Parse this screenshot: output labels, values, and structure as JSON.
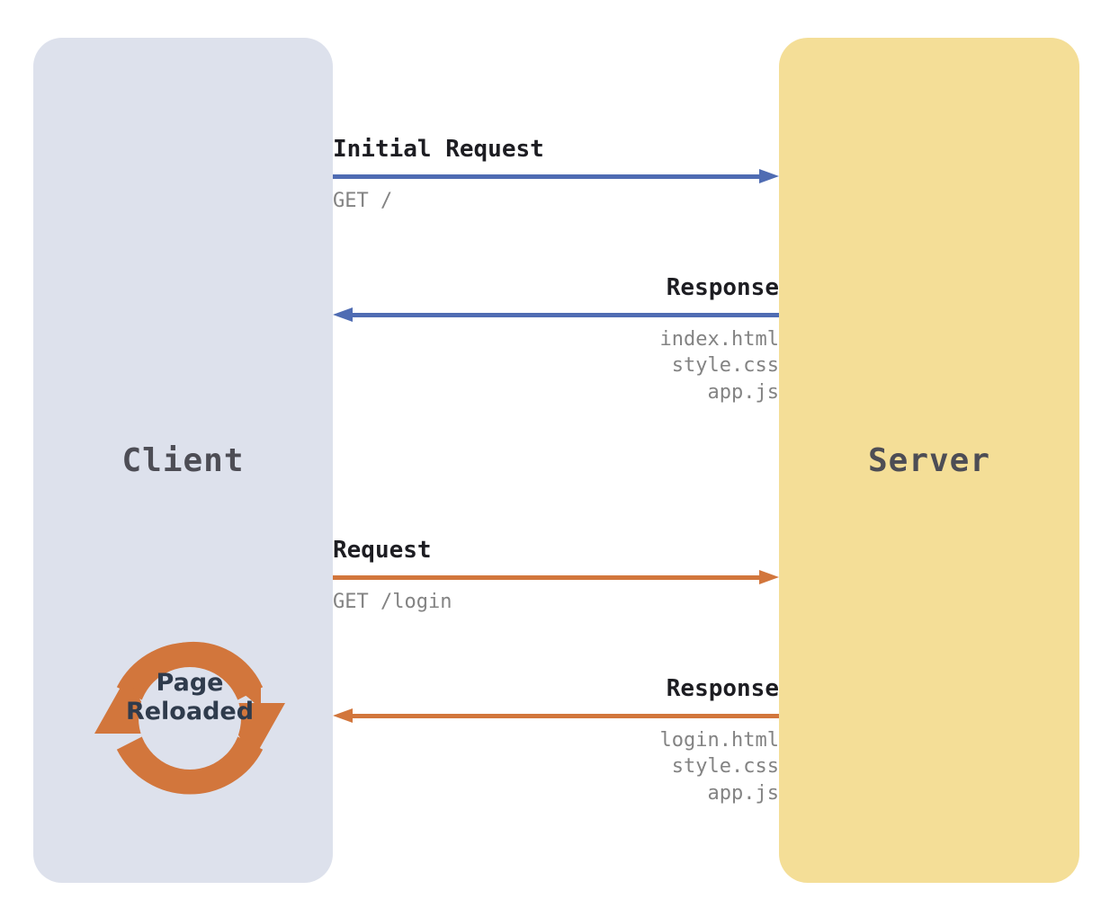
{
  "diagram": {
    "title": "Traditional multi-page application request/response cycle",
    "colors": {
      "client_panel": "#dde1ec",
      "server_panel": "#f4de97",
      "initial_arrow": "#4f6cb3",
      "second_arrow": "#d2763c",
      "reload_icon": "#d2763c",
      "title_text": "#1d1d22",
      "detail_text": "#838383",
      "actor_label": "#4d4d55"
    }
  },
  "actors": {
    "client": {
      "label": "Client"
    },
    "server": {
      "label": "Server"
    }
  },
  "messages": [
    {
      "id": "initial-request",
      "title": "Initial Request",
      "detail": "GET /",
      "direction": "right",
      "color": "#4f6cb3",
      "align": "left"
    },
    {
      "id": "initial-response",
      "title": "Response",
      "detail": "index.html\nstyle.css\napp.js",
      "direction": "left",
      "color": "#4f6cb3",
      "align": "right"
    },
    {
      "id": "login-request",
      "title": "Request",
      "detail": "GET /login",
      "direction": "right",
      "color": "#d2763c",
      "align": "left"
    },
    {
      "id": "login-response",
      "title": "Response",
      "detail": "login.html\nstyle.css\napp.js",
      "direction": "left",
      "color": "#d2763c",
      "align": "right"
    }
  ],
  "reload_badge": {
    "label": "Page\nReloaded",
    "icon": "circular-refresh-icon"
  }
}
